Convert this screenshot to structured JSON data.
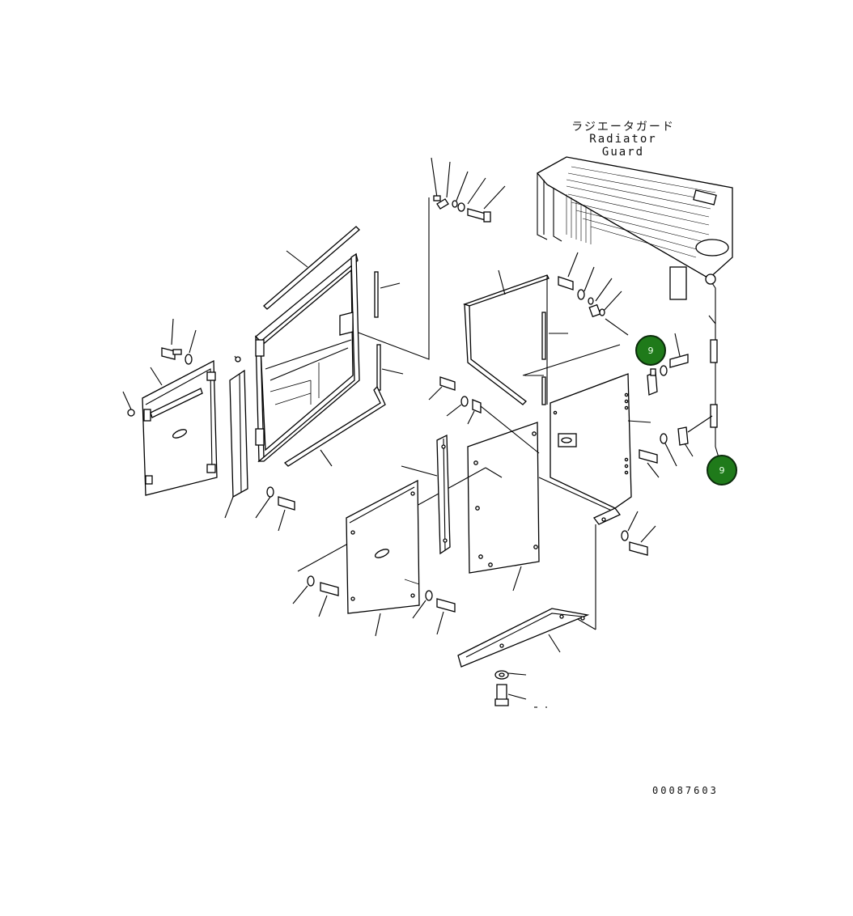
{
  "title": {
    "japanese": "ラジエータガード",
    "english": "Radiator Guard"
  },
  "drawing_number": "00087603",
  "callouts": [
    {
      "label": "9"
    },
    {
      "label": "9"
    }
  ],
  "colors": {
    "callout_fill": "#1f7a1a",
    "callout_border": "#0b2b0b",
    "line": "#000000",
    "background": "#ffffff"
  }
}
